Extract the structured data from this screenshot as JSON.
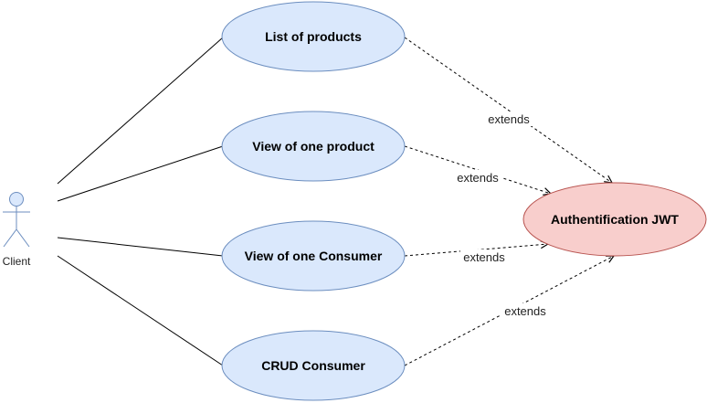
{
  "colors": {
    "use_case_fill": "#dae8fc",
    "use_case_stroke": "#6c8ebf",
    "auth_fill": "#f8cecc",
    "auth_stroke": "#b85450",
    "actor_stroke": "#6c8ebf",
    "actor_fill": "#dae8fc",
    "line": "#000000"
  },
  "actor": {
    "label": "Client"
  },
  "use_cases": {
    "list_products": "List of products",
    "view_product": "View of one product",
    "view_consumer": "View of one Consumer",
    "crud_consumer": "CRUD Consumer"
  },
  "auth": {
    "label": "Authentification JWT"
  },
  "edges": {
    "extends_1": "extends",
    "extends_2": "extends",
    "extends_3": "extends",
    "extends_4": "extends"
  }
}
